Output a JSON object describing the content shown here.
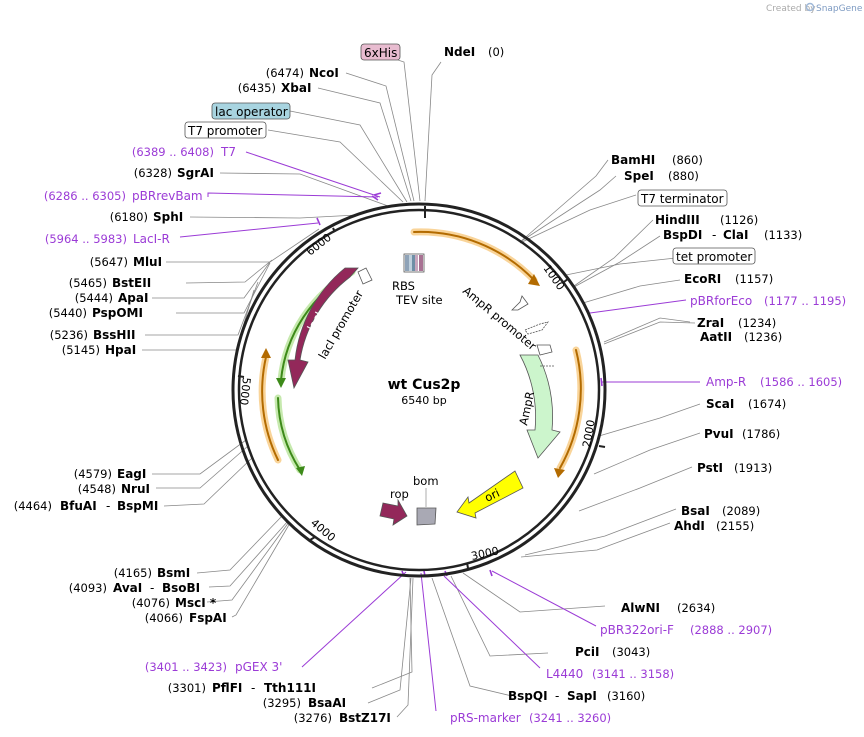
{
  "credit": {
    "created_by": "Created by",
    "product": "SnapGene"
  },
  "map": {
    "name": "wt Cus2p",
    "length": "6540 bp",
    "ticks": [
      "1000",
      "2000",
      "3000",
      "4000",
      "5000",
      "6000"
    ]
  },
  "features": {
    "rbs": "RBS",
    "tev_site": "TEV site",
    "ampr_promoter": "AmpR promoter",
    "ampr": "AmpR",
    "ori": "ori",
    "bom": "bom",
    "rop": "rop",
    "laci": "lacI",
    "laci_promoter": "lacI promoter"
  },
  "boxed_labels": {
    "his": "6xHis",
    "lac_operator": "lac operator",
    "t7_promoter": "T7 promoter",
    "t7_terminator": "T7 terminator",
    "tet_promoter": "tet promoter"
  },
  "sites": {
    "ndei": {
      "name": "NdeI",
      "pos": "(0)"
    },
    "ncoi": {
      "name": "NcoI",
      "pos": "(6474)"
    },
    "xbai": {
      "name": "XbaI",
      "pos": "(6435)"
    },
    "sgrai": {
      "name": "SgrAI",
      "pos": "(6328)"
    },
    "sphi": {
      "name": "SphI",
      "pos": "(6180)"
    },
    "mlui": {
      "name": "MluI",
      "pos": "(5647)"
    },
    "bsteii": {
      "name": "BstEII",
      "pos": "(5465)"
    },
    "apai": {
      "name": "ApaI",
      "pos": "(5444)"
    },
    "pspomi": {
      "name": "PspOMI",
      "pos": "(5440)"
    },
    "bsshii": {
      "name": "BssHII",
      "pos": "(5236)"
    },
    "hpai": {
      "name": "HpaI",
      "pos": "(5145)"
    },
    "eagi": {
      "name": "EagI",
      "pos": "(4579)"
    },
    "nrui": {
      "name": "NruI",
      "pos": "(4548)"
    },
    "bfuai": {
      "name": "BfuAI",
      "sep": "-",
      "name2": "BspMI",
      "pos": "(4464)"
    },
    "bsmi": {
      "name": "BsmI",
      "pos": "(4165)"
    },
    "avai": {
      "name": "AvaI",
      "sep": "-",
      "name2": "BsoBI",
      "pos": "(4093)"
    },
    "msci": {
      "name": "MscI *",
      "pos": "(4076)"
    },
    "fspai": {
      "name": "FspAI",
      "pos": "(4066)"
    },
    "pflfi": {
      "name": "PflFI",
      "sep": "-",
      "name2": "Tth111I",
      "pos": "(3301)"
    },
    "bsaai": {
      "name": "BsaAI",
      "pos": "(3295)"
    },
    "bstz17i": {
      "name": "BstZ17I",
      "pos": "(3276)"
    },
    "bspqi": {
      "name": "BspQI",
      "sep": "-",
      "name2": "SapI",
      "pos": "(3160)"
    },
    "pcii": {
      "name": "PciI",
      "pos": "(3043)"
    },
    "alwni": {
      "name": "AlwNI",
      "pos": "(2634)"
    },
    "ahdi": {
      "name": "AhdI",
      "pos": "(2155)"
    },
    "bsai": {
      "name": "BsaI",
      "pos": "(2089)"
    },
    "psti": {
      "name": "PstI",
      "pos": "(1913)"
    },
    "pvui": {
      "name": "PvuI",
      "pos": "(1786)"
    },
    "scai": {
      "name": "ScaI",
      "pos": "(1674)"
    },
    "aatii": {
      "name": "AatII",
      "pos": "(1236)"
    },
    "zrai": {
      "name": "ZraI",
      "pos": "(1234)"
    },
    "ecori": {
      "name": "EcoRI",
      "pos": "(1157)"
    },
    "bspdi": {
      "name": "BspDI",
      "sep": "-",
      "name2": "ClaI",
      "pos": "(1133)"
    },
    "hindiii": {
      "name": "HindIII",
      "pos": "(1126)"
    },
    "spei": {
      "name": "SpeI",
      "pos": "(880)"
    },
    "bamhi": {
      "name": "BamHI",
      "pos": "(860)"
    }
  },
  "primers": {
    "t7": {
      "name": "T7",
      "pos": "(6389 .. 6408)"
    },
    "pbrrevbam": {
      "name": "pBRrevBam",
      "pos": "(6286 .. 6305)"
    },
    "laci_r": {
      "name": "LacI-R",
      "pos": "(5964 .. 5983)"
    },
    "pgex3": {
      "name": "pGEX 3'",
      "pos": "(3401 .. 3423)"
    },
    "prs_marker": {
      "name": "pRS-marker",
      "pos": "(3241 .. 3260)"
    },
    "l4440": {
      "name": "L4440",
      "pos": "(3141 .. 3158)"
    },
    "pbr322ori_f": {
      "name": "pBR322ori-F",
      "pos": "(2888 .. 2907)"
    },
    "amp_r": {
      "name": "Amp-R",
      "pos": "(1586 .. 1605)"
    },
    "pbrforeco": {
      "name": "pBRforEco",
      "pos": "(1177 .. 1195)"
    }
  },
  "colors": {
    "laci": "#93285a",
    "ampr": "#ccf5cc",
    "ori": "#ffff00",
    "rop": "#93285a",
    "bom": "#a9a9b4",
    "promoter": "#ffffff",
    "orange_track": "#e59400",
    "green_track": "#3d8a19",
    "primer": "#9b3bd6",
    "his_box": "#e8bcd0",
    "lacop_box": "#a8d4e0"
  }
}
